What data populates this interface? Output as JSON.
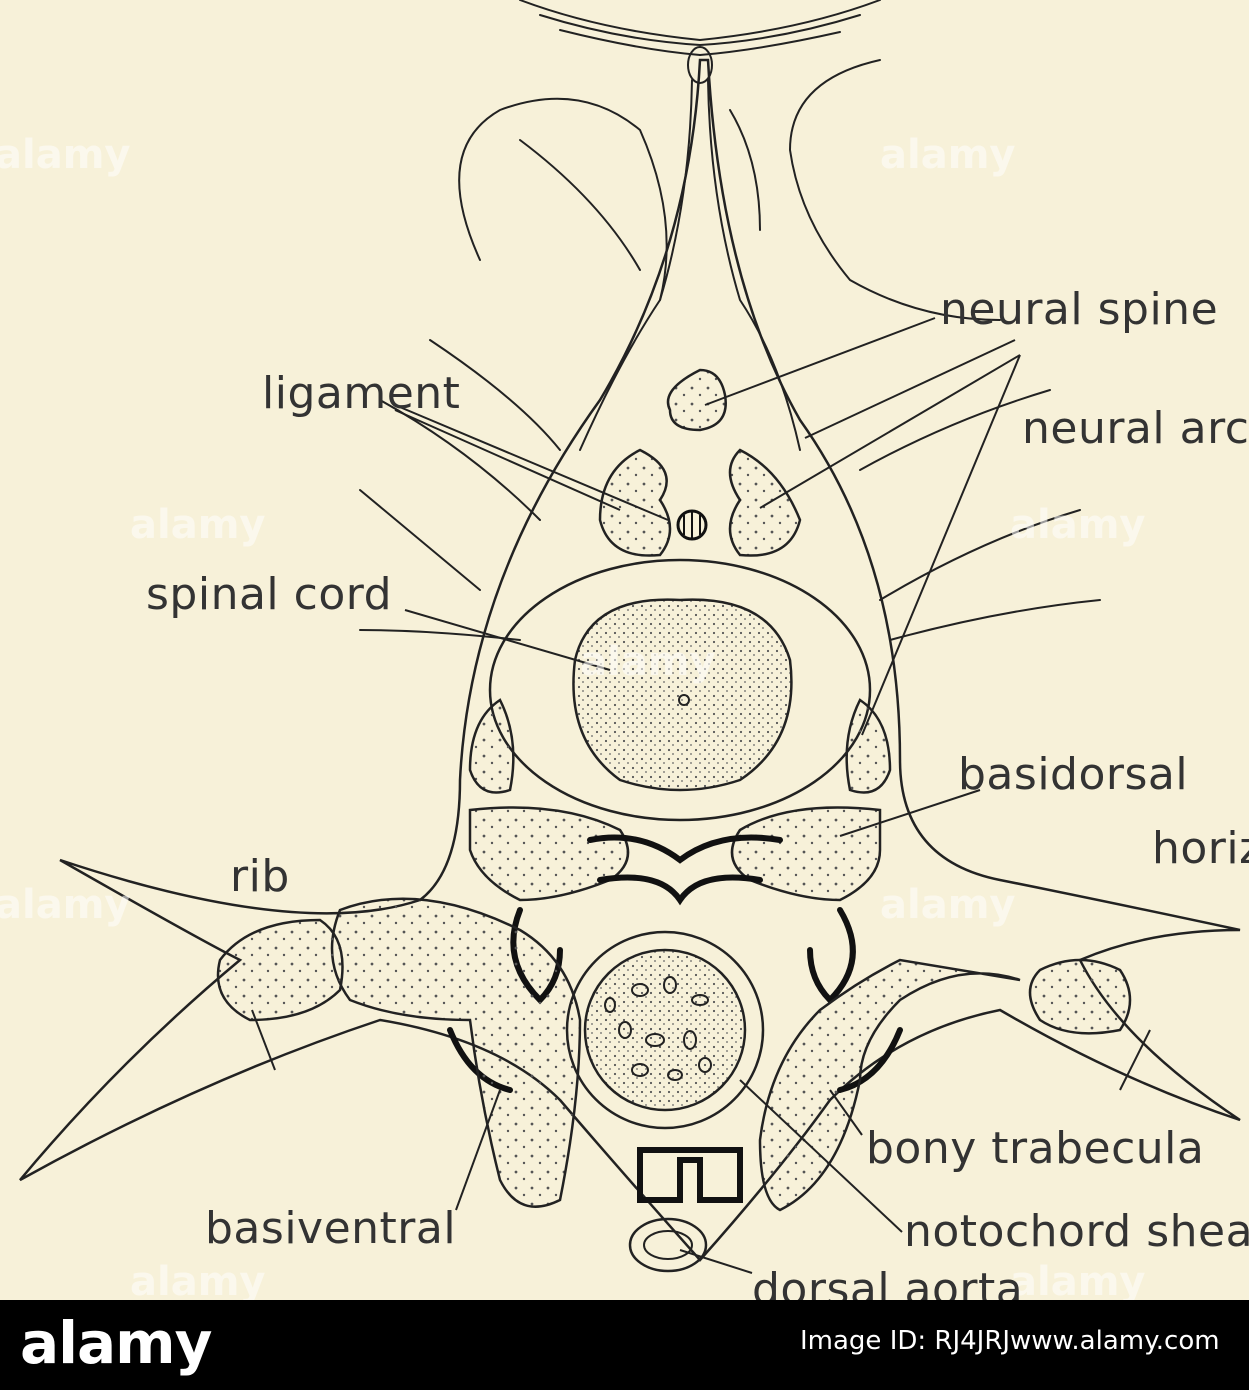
{
  "labels": {
    "neural_spine": "neural spine",
    "ligament": "ligament",
    "neural_arch": "neural arch",
    "spinal_cord": "spinal cord",
    "basidorsal": "basidorsal",
    "horiz": "horiz",
    "rib": "rib",
    "bony_trabecula": "bony trabecula",
    "basiventral": "basiventral",
    "notochord_sheath": "notochord shea",
    "dorsal_aorta": "dorsal aorta"
  },
  "watermark": {
    "text": "alamy",
    "small": "a"
  },
  "banner": {
    "brand": "alamy",
    "image_id": "Image ID: RJ4JRJ",
    "url": "www.alamy.com"
  },
  "colors": {
    "paper": "#f7f1d9",
    "ink": "#333333",
    "banner": "#000000"
  }
}
